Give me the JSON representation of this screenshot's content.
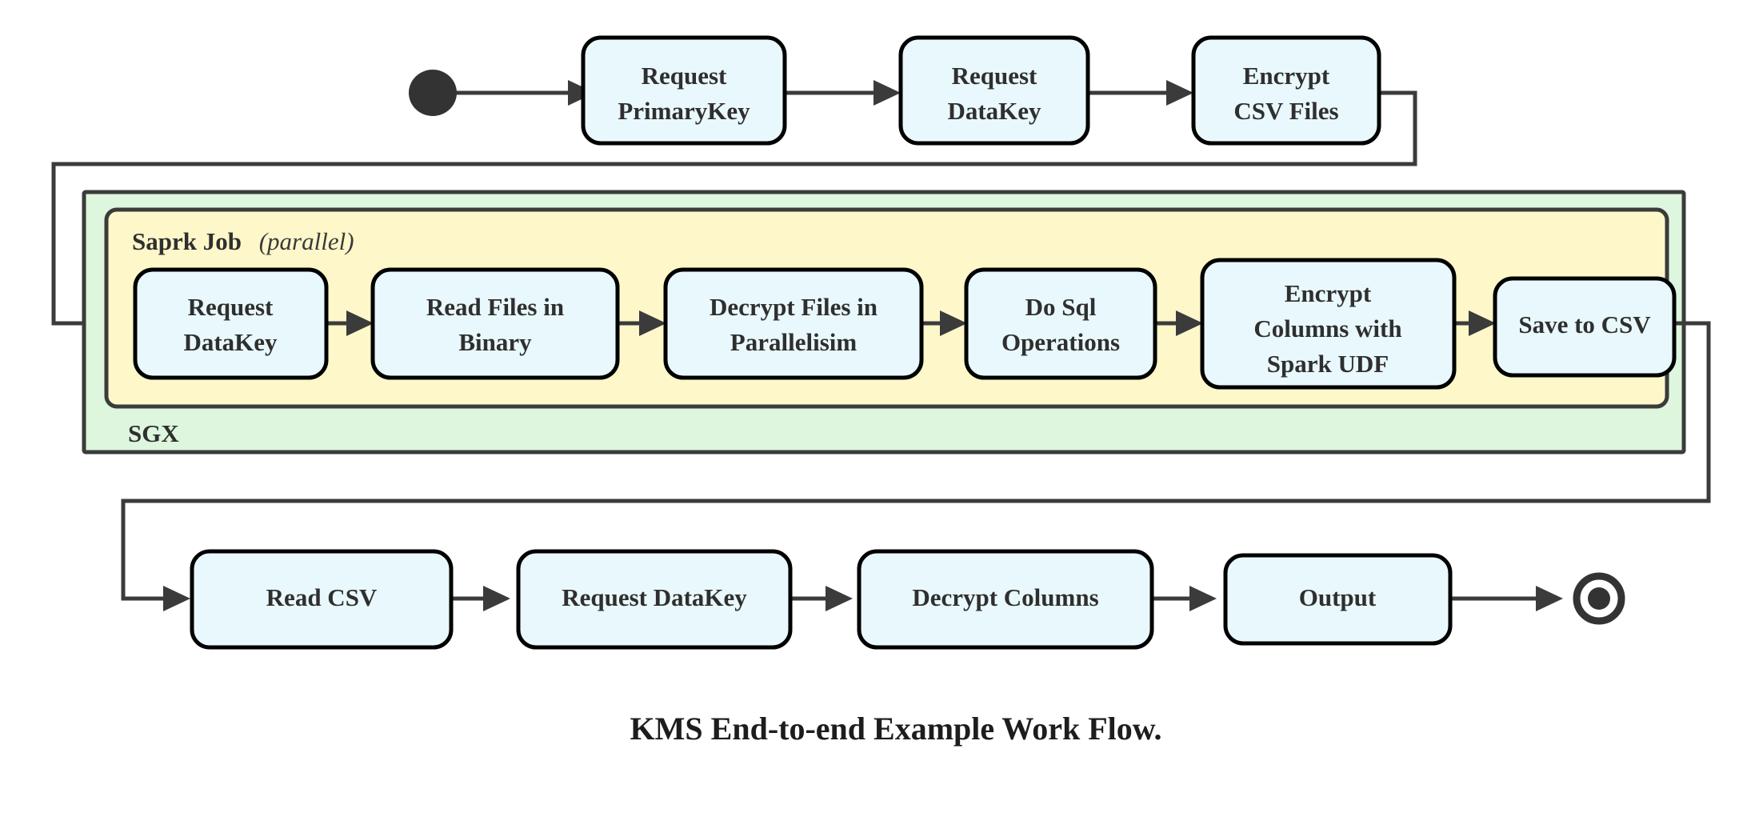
{
  "caption": "KMS End-to-end Example Work Flow.",
  "colors": {
    "node_fill": "#e9f8fc",
    "node_stroke": "#000000",
    "sgx_fill": "#ddf6dd",
    "spark_fill": "#fdf7c9",
    "group_stroke": "#3b3b3b",
    "edge": "#3b3b3b",
    "text": "#2f2f2f",
    "start_end_node": "#333333",
    "background": "#ffffff"
  },
  "nodes": {
    "start": {
      "name": "start-node",
      "label": ""
    },
    "end": {
      "name": "end-node",
      "label": ""
    },
    "top_row": [
      {
        "id": "request-primarykey",
        "lines": [
          "Request",
          "PrimaryKey"
        ]
      },
      {
        "id": "request-datakey-top",
        "lines": [
          "Request",
          "DataKey"
        ]
      },
      {
        "id": "encrypt-csv-files",
        "lines": [
          "Encrypt",
          "CSV Files"
        ]
      }
    ],
    "spark_row": [
      {
        "id": "request-datakey-spark",
        "lines": [
          "Request",
          "DataKey"
        ]
      },
      {
        "id": "read-files-in-binary",
        "lines": [
          "Read Files in",
          "Binary"
        ]
      },
      {
        "id": "decrypt-files-in-parallelisim",
        "lines": [
          "Decrypt Files in",
          "Parallelisim"
        ]
      },
      {
        "id": "do-sql-operations",
        "lines": [
          "Do Sql",
          "Operations"
        ]
      },
      {
        "id": "encrypt-columns-with-spark-udf",
        "lines": [
          "Encrypt",
          "Columns with",
          "Spark UDF"
        ]
      },
      {
        "id": "save-to-csv",
        "lines": [
          "Save to CSV"
        ]
      }
    ],
    "bottom_row": [
      {
        "id": "read-csv",
        "lines": [
          "Read CSV"
        ]
      },
      {
        "id": "request-datakey-bottom",
        "lines": [
          "Request DataKey"
        ]
      },
      {
        "id": "decrypt-columns",
        "lines": [
          "Decrypt Columns"
        ]
      },
      {
        "id": "output",
        "lines": [
          "Output"
        ]
      }
    ]
  },
  "groups": {
    "sgx": {
      "id": "sgx-container",
      "label": "SGX"
    },
    "spark": {
      "id": "spark-job-container",
      "label_main": "Saprk Job",
      "label_paren": "(parallel)",
      "label_italic": "parallel"
    }
  },
  "chart_data": {
    "type": "diagram",
    "title": "KMS End-to-end Example Work Flow.",
    "flow": [
      "start",
      "Request PrimaryKey",
      "Request DataKey",
      "Encrypt CSV Files",
      "Saprk Job (parallel) / SGX: Request DataKey",
      "Read Files in Binary",
      "Decrypt Files in Parallelisim",
      "Do Sql Operations",
      "Encrypt Columns with Spark UDF",
      "Save to CSV",
      "Read CSV",
      "Request DataKey",
      "Decrypt Columns",
      "Output",
      "end"
    ]
  }
}
